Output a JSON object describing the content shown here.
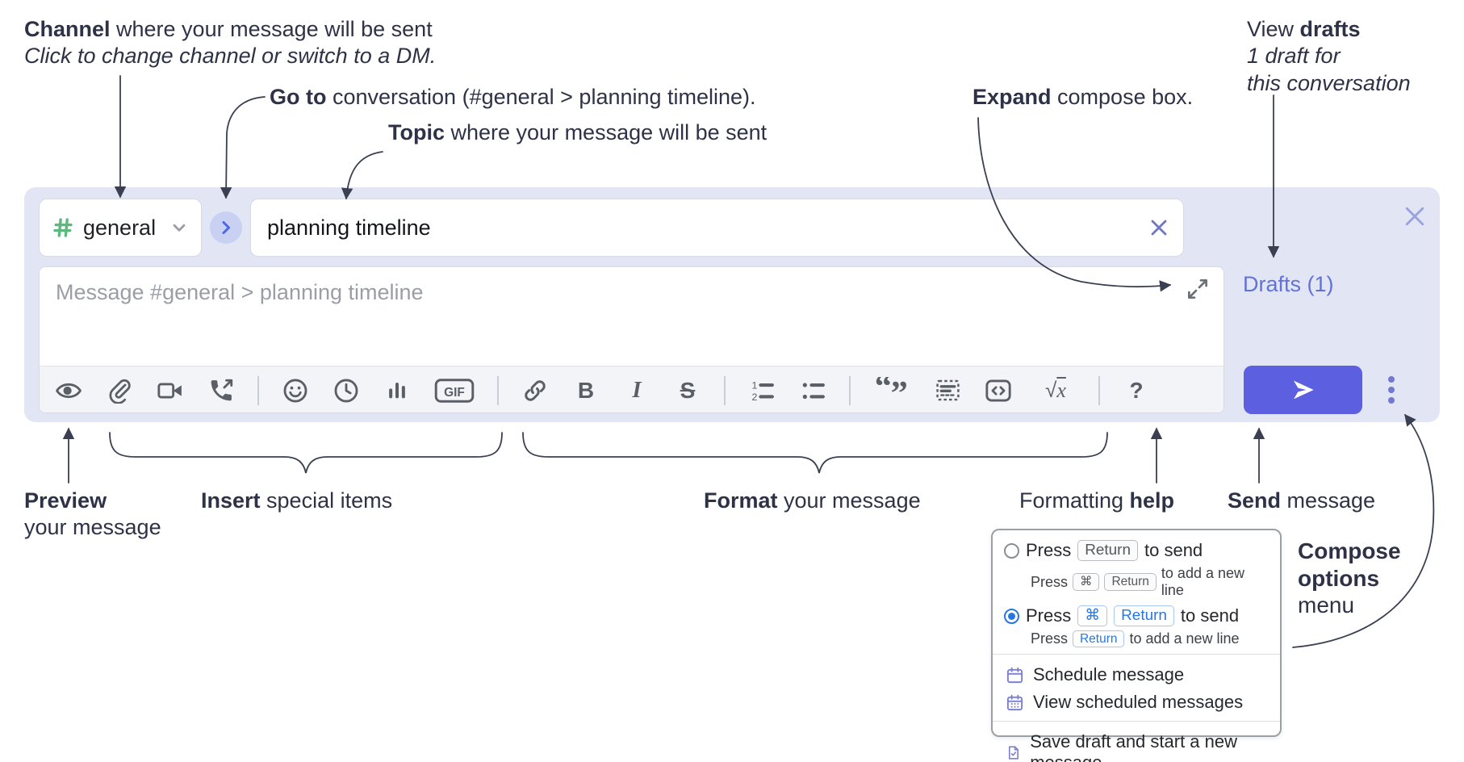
{
  "annotations": {
    "channel": {
      "bold": "Channel",
      "rest": " where your message will be sent",
      "sub": "Click to change channel or switch to a DM."
    },
    "goto": {
      "bold": "Go to",
      "rest": " conversation (#general > planning timeline)."
    },
    "topic": {
      "bold": "Topic",
      "rest": " where your message will be sent"
    },
    "expand": {
      "bold": "Expand",
      "rest": " compose box."
    },
    "drafts": {
      "pre": "View ",
      "bold": "drafts",
      "sub1": "1 draft for",
      "sub2": "this conversation"
    },
    "preview": {
      "bold": "Preview",
      "sub": "your message"
    },
    "insert": {
      "bold": "Insert",
      "rest": " special items"
    },
    "format": {
      "bold": "Format",
      "rest": " your message"
    },
    "help": {
      "pre": "Formatting ",
      "bold": "help"
    },
    "send": {
      "bold": "Send",
      "rest": " message"
    },
    "compose_options": {
      "line1": "Compose",
      "line2": "options",
      "line3": "menu"
    }
  },
  "compose": {
    "channel_name": "general",
    "topic_value": "planning timeline",
    "message_placeholder": "Message #general > planning timeline",
    "drafts_link": "Drafts (1)",
    "toolbar": {
      "gif_label": "GIF",
      "bold_label": "B",
      "italic_label": "I",
      "strike_label": "S",
      "math_root": "√",
      "math_var": "x",
      "help_label": "?",
      "icon_names": [
        "preview-eye",
        "attach-paperclip",
        "start-video-call",
        "start-voice-call",
        "emoji",
        "add-global-time",
        "add-poll",
        "add-gif",
        "link",
        "bold",
        "italic",
        "strikethrough",
        "numbered-list",
        "bulleted-list",
        "quote",
        "spoiler",
        "code",
        "math",
        "message-formatting-help"
      ]
    }
  },
  "popup": {
    "options": [
      {
        "selected": false,
        "main_pre": "Press",
        "main_keys": [
          "Return"
        ],
        "main_post": "to send",
        "sub_pre": "Press",
        "sub_keys": [
          "⌘",
          "Return"
        ],
        "sub_post": "to add a new line"
      },
      {
        "selected": true,
        "main_pre": "Press",
        "main_keys": [
          "⌘",
          "Return"
        ],
        "main_post": "to send",
        "sub_pre": "Press",
        "sub_keys": [
          "Return"
        ],
        "sub_post": "to add a new line"
      }
    ],
    "items": [
      "Schedule message",
      "View scheduled messages",
      "Save draft and start a new message"
    ]
  },
  "colors": {
    "panel_bg": "#e2e5f4",
    "send_button": "#5b5fe0",
    "drafts_link": "#6173d8",
    "channel_hash_green": "#5cb87e",
    "jump_chevron_blue": "#4c66ee",
    "radio_selected_blue": "#2577e3",
    "menu_icon_purple": "#7b80d6",
    "annotation_text": "#2e3247"
  }
}
